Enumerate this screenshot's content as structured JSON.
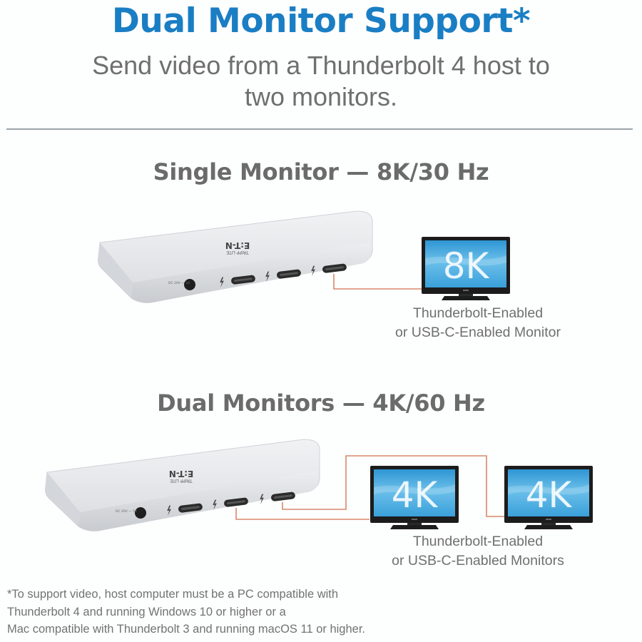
{
  "header": {
    "title": "Dual Monitor Support*",
    "subtitle_line1": "Send video from a Thunderbolt 4 host to",
    "subtitle_line2": "two monitors."
  },
  "colors": {
    "title_blue": "#1a7ec4",
    "text_gray": "#6e6e6e",
    "cable_orange": "#d9876a",
    "divider": "#9aa4a9",
    "screen_blue": "#3fa6dc"
  },
  "single_section": {
    "title": "Single Monitor — 8K/30 Hz",
    "monitor_label": "8K",
    "caption_line1": "Thunderbolt-Enabled",
    "caption_line2": "or USB-C-Enabled Monitor"
  },
  "dual_section": {
    "title": "Dual Monitors — 4K/60 Hz",
    "monitor1_label": "4K",
    "monitor2_label": "4K",
    "caption_line1": "Thunderbolt-Enabled",
    "caption_line2": "or USB-C-Enabled Monitors"
  },
  "dock": {
    "brand": "E:T-N",
    "sub_brand": "TRIPP LITE",
    "power_label": "DC 20V — 5A",
    "ports": [
      "thunderbolt-port-1",
      "thunderbolt-port-2",
      "thunderbolt-port-3"
    ]
  },
  "footnote": {
    "line1": "*To support video, host computer must be a PC compatible with",
    "line2": "Thunderbolt 4 and running Windows 10 or higher or a",
    "line3": "Mac compatible with Thunderbolt 3 and running macOS 11 or higher."
  }
}
